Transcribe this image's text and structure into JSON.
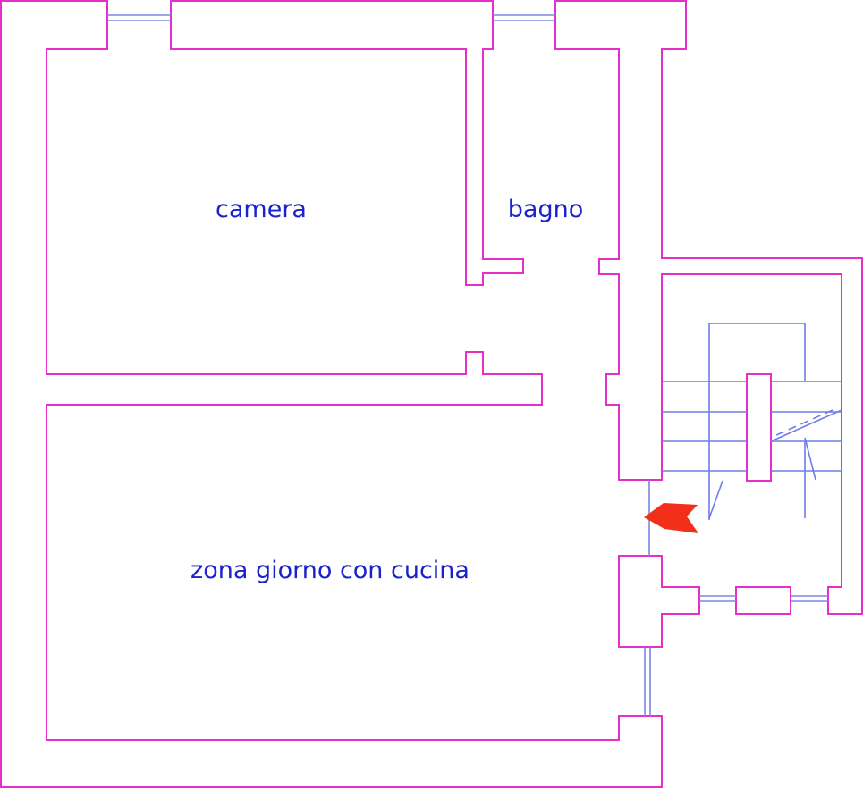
{
  "rooms": [
    {
      "id": "camera",
      "label": "camera"
    },
    {
      "id": "bagno",
      "label": "bagno"
    },
    {
      "id": "living",
      "label": "zona giorno con cucina"
    }
  ],
  "colors": {
    "wall": "#e62fc8",
    "window": "#7a86e6",
    "stair": "#6f7de8",
    "label": "#1a22cc",
    "entrance_arrow": "#f2301a"
  },
  "icons": {
    "entrance": "entrance-arrow-icon"
  }
}
